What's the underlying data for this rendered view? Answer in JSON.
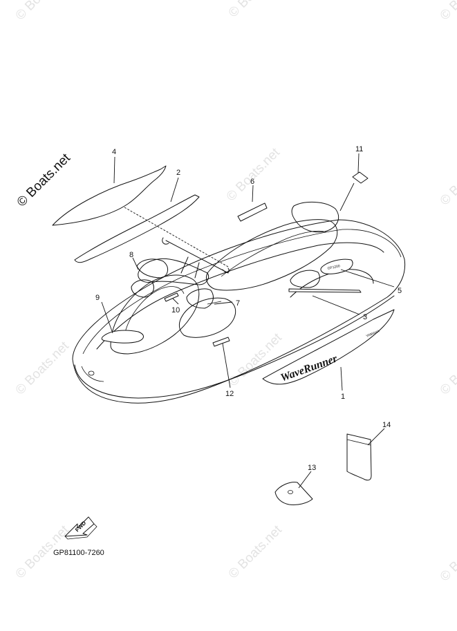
{
  "diagram": {
    "part_code": "GP81100-7260",
    "fwd_label": "FWD",
    "decal_brand": "WaveRunner",
    "decal_maker": "YAMAHA",
    "decal_model": "GP1200",
    "callouts": [
      {
        "id": "1",
        "label": "1"
      },
      {
        "id": "2",
        "label": "2"
      },
      {
        "id": "3",
        "label": "3"
      },
      {
        "id": "4",
        "label": "4"
      },
      {
        "id": "5",
        "label": "5"
      },
      {
        "id": "6",
        "label": "6"
      },
      {
        "id": "7",
        "label": "7"
      },
      {
        "id": "8",
        "label": "8"
      },
      {
        "id": "9",
        "label": "9"
      },
      {
        "id": "10",
        "label": "10"
      },
      {
        "id": "11",
        "label": "11"
      },
      {
        "id": "12",
        "label": "12"
      },
      {
        "id": "13",
        "label": "13"
      },
      {
        "id": "14",
        "label": "14"
      }
    ]
  },
  "watermark": {
    "text": "© Boats.net",
    "short": "© Boats"
  },
  "colors": {
    "line": "#111111",
    "watermark": "#e3e3e3",
    "background": "#ffffff"
  }
}
